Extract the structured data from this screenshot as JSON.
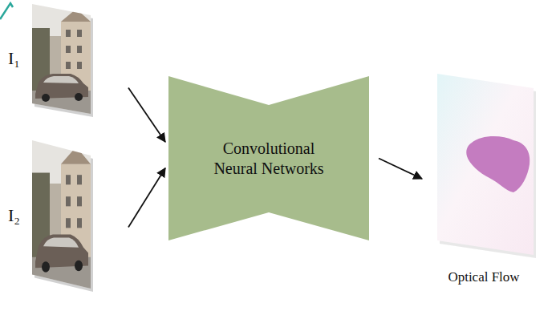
{
  "diagram": {
    "nodes": [
      {
        "text": [
          "I₁"
        ]
      },
      {
        "text": [
          "I₂"
        ]
      },
      {
        "text": [
          "Convolutional Neural Networks"
        ]
      },
      {
        "text": [
          "Optical Flow"
        ]
      }
    ],
    "edges": [
      {
        "from": 0,
        "to": 2,
        "arrow": "to"
      },
      {
        "from": 1,
        "to": 2,
        "arrow": "to"
      },
      {
        "from": 2,
        "to": 3,
        "arrow": "to"
      }
    ]
  }
}
